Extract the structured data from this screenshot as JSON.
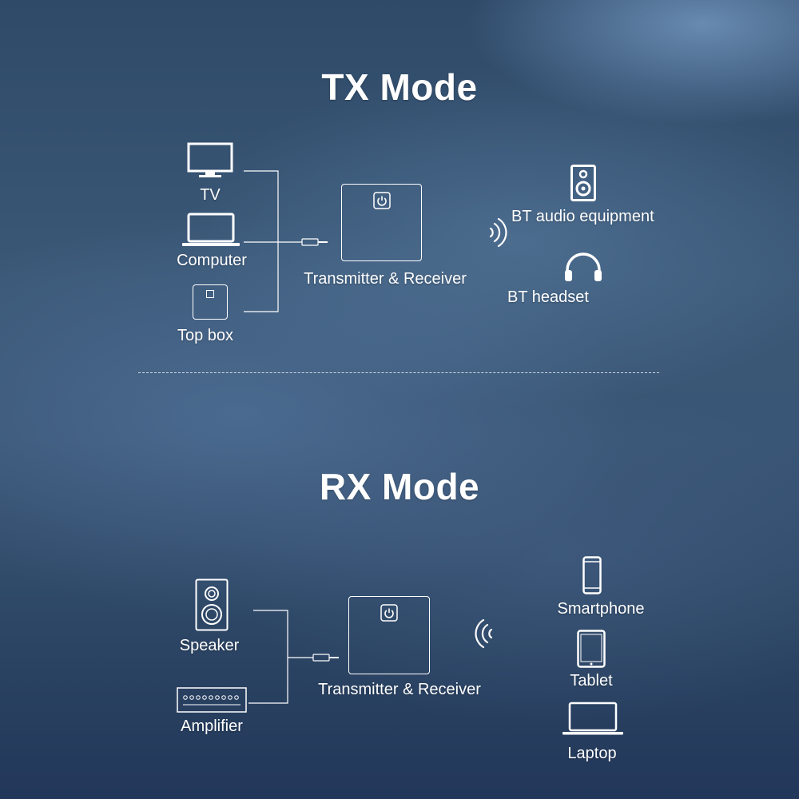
{
  "tx": {
    "title": "TX Mode",
    "sources": [
      "TV",
      "Computer",
      "Top box"
    ],
    "device_label": "Transmitter & Receiver",
    "targets": [
      "BT audio equipment",
      "BT headset"
    ]
  },
  "rx": {
    "title": "RX Mode",
    "outputs": [
      "Speaker",
      "Amplifier"
    ],
    "device_label": "Transmitter & Receiver",
    "sources": [
      "Smartphone",
      "Tablet",
      "Laptop"
    ]
  },
  "colors": {
    "line": "#ffffff",
    "text": "#ffffff"
  },
  "icons": {
    "tx_sources": [
      "tv-icon",
      "laptop-icon",
      "set-top-box-icon"
    ],
    "tx_targets": [
      "speaker-icon",
      "headphones-icon"
    ],
    "rx_outputs": [
      "speaker-icon",
      "amplifier-icon"
    ],
    "rx_sources": [
      "smartphone-icon",
      "tablet-icon",
      "laptop-icon"
    ]
  }
}
